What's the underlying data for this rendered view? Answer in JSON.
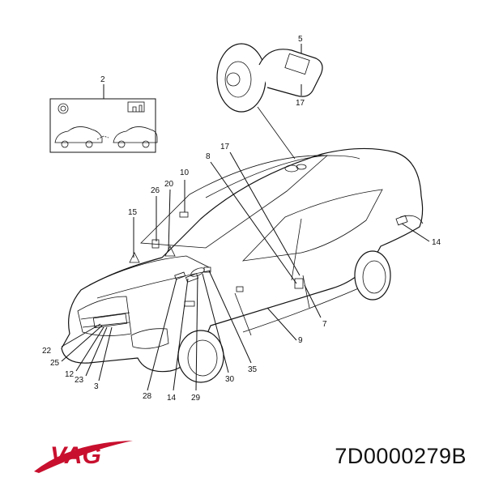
{
  "brand": {
    "text": "VAG",
    "color": "#c8102e"
  },
  "part_number": "7D0000279B",
  "callouts": [
    {
      "id": "c2",
      "label": "2"
    },
    {
      "id": "c5",
      "label": "5"
    },
    {
      "id": "c17a",
      "label": "17"
    },
    {
      "id": "c8",
      "label": "8"
    },
    {
      "id": "c17b",
      "label": "17"
    },
    {
      "id": "c10",
      "label": "10"
    },
    {
      "id": "c20",
      "label": "20"
    },
    {
      "id": "c26",
      "label": "26"
    },
    {
      "id": "c15",
      "label": "15"
    },
    {
      "id": "c14a",
      "label": "14"
    },
    {
      "id": "c7",
      "label": "7"
    },
    {
      "id": "c9",
      "label": "9"
    },
    {
      "id": "c22",
      "label": "22"
    },
    {
      "id": "c25",
      "label": "25"
    },
    {
      "id": "c12",
      "label": "12"
    },
    {
      "id": "c23",
      "label": "23"
    },
    {
      "id": "c3",
      "label": "3"
    },
    {
      "id": "c28",
      "label": "28"
    },
    {
      "id": "c14b",
      "label": "14"
    },
    {
      "id": "c29",
      "label": "29"
    },
    {
      "id": "c30",
      "label": "30"
    },
    {
      "id": "c35",
      "label": "35"
    }
  ]
}
